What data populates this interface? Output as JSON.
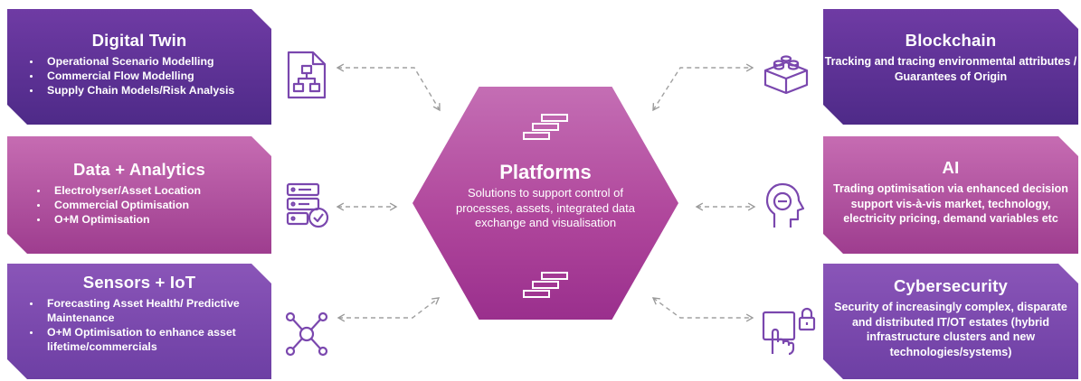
{
  "center": {
    "title": "Platforms",
    "description": "Solutions to support control of processes, assets, integrated data exchange and visualisation"
  },
  "left": [
    {
      "title": "Digital Twin",
      "items": [
        "Operational Scenario Modelling",
        "Commercial Flow Modelling",
        "Supply Chain Models/Risk Analysis"
      ],
      "icon": "document-hierarchy-icon"
    },
    {
      "title": "Data + Analytics",
      "items": [
        "Electrolyser/Asset Location",
        "Commercial Optimisation",
        "O+M Optimisation"
      ],
      "icon": "server-check-icon"
    },
    {
      "title": "Sensors + IoT",
      "items": [
        "Forecasting Asset Health/ Predictive Maintenance",
        "O+M Optimisation to enhance asset  lifetime/commercials"
      ],
      "icon": "network-node-icon"
    }
  ],
  "right": [
    {
      "title": "Blockchain",
      "description": "Tracking and tracing environmental attributes / Guarantees of Origin",
      "icon": "blocks-icon"
    },
    {
      "title": "AI",
      "description": "Trading optimisation via enhanced decision support vis-à-vis market, technology, electricity pricing, demand variables etc",
      "icon": "head-minus-icon"
    },
    {
      "title": "Cybersecurity",
      "description": "Security of increasingly complex, disparate and distributed IT/OT estates (hybrid infrastructure clusters and new technologies/systems)",
      "icon": "hand-lock-icon"
    }
  ],
  "colors": {
    "dark_purple": "#5a2d91",
    "pink": "#b64e9f",
    "purple": "#7a47ae",
    "icon_stroke": "#7a47ae",
    "arrow": "#9a9a9a"
  }
}
